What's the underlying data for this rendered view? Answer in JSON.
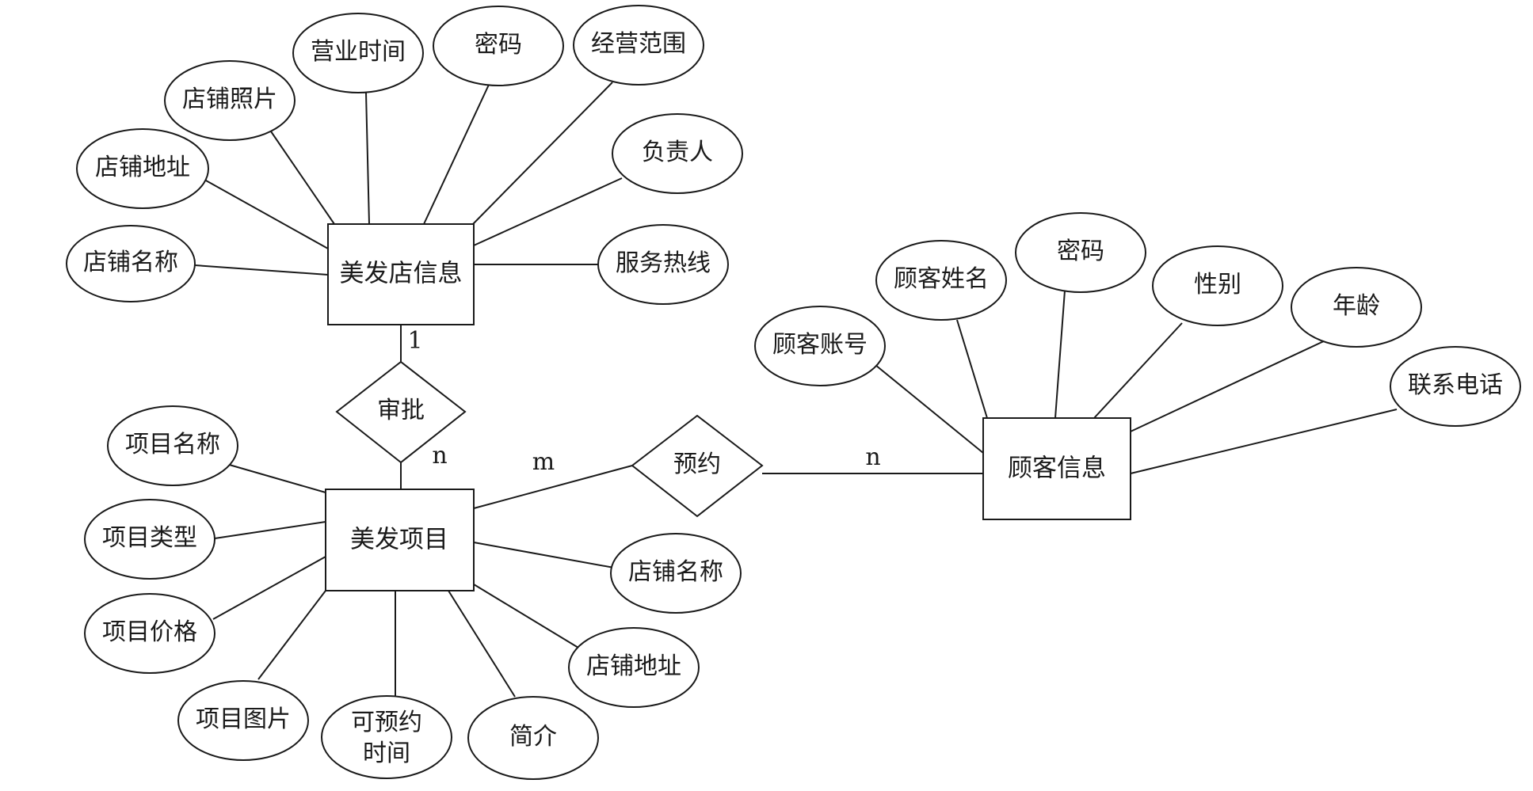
{
  "entities": [
    {
      "id": "shop",
      "label": "美发店信息"
    },
    {
      "id": "project",
      "label": "美发项目"
    },
    {
      "id": "customer",
      "label": "顾客信息"
    }
  ],
  "relationships": [
    {
      "id": "approve",
      "label": "审批"
    },
    {
      "id": "booking",
      "label": "预约"
    }
  ],
  "attributes": {
    "shop": [
      "店铺名称",
      "店铺地址",
      "店铺照片",
      "营业时间",
      "密码",
      "经营范围",
      "负责人",
      "服务热线"
    ],
    "project": [
      "项目名称",
      "项目类型",
      "项目价格",
      "项目图片",
      "可预约时间",
      "简介",
      "店铺地址",
      "店铺名称"
    ],
    "customer": [
      "顾客账号",
      "顾客姓名",
      "密码",
      "性别",
      "年龄",
      "联系电话"
    ]
  },
  "cardinalities": {
    "shop_approve": "1",
    "approve_project": "n",
    "project_booking": "m",
    "booking_customer": "n"
  }
}
